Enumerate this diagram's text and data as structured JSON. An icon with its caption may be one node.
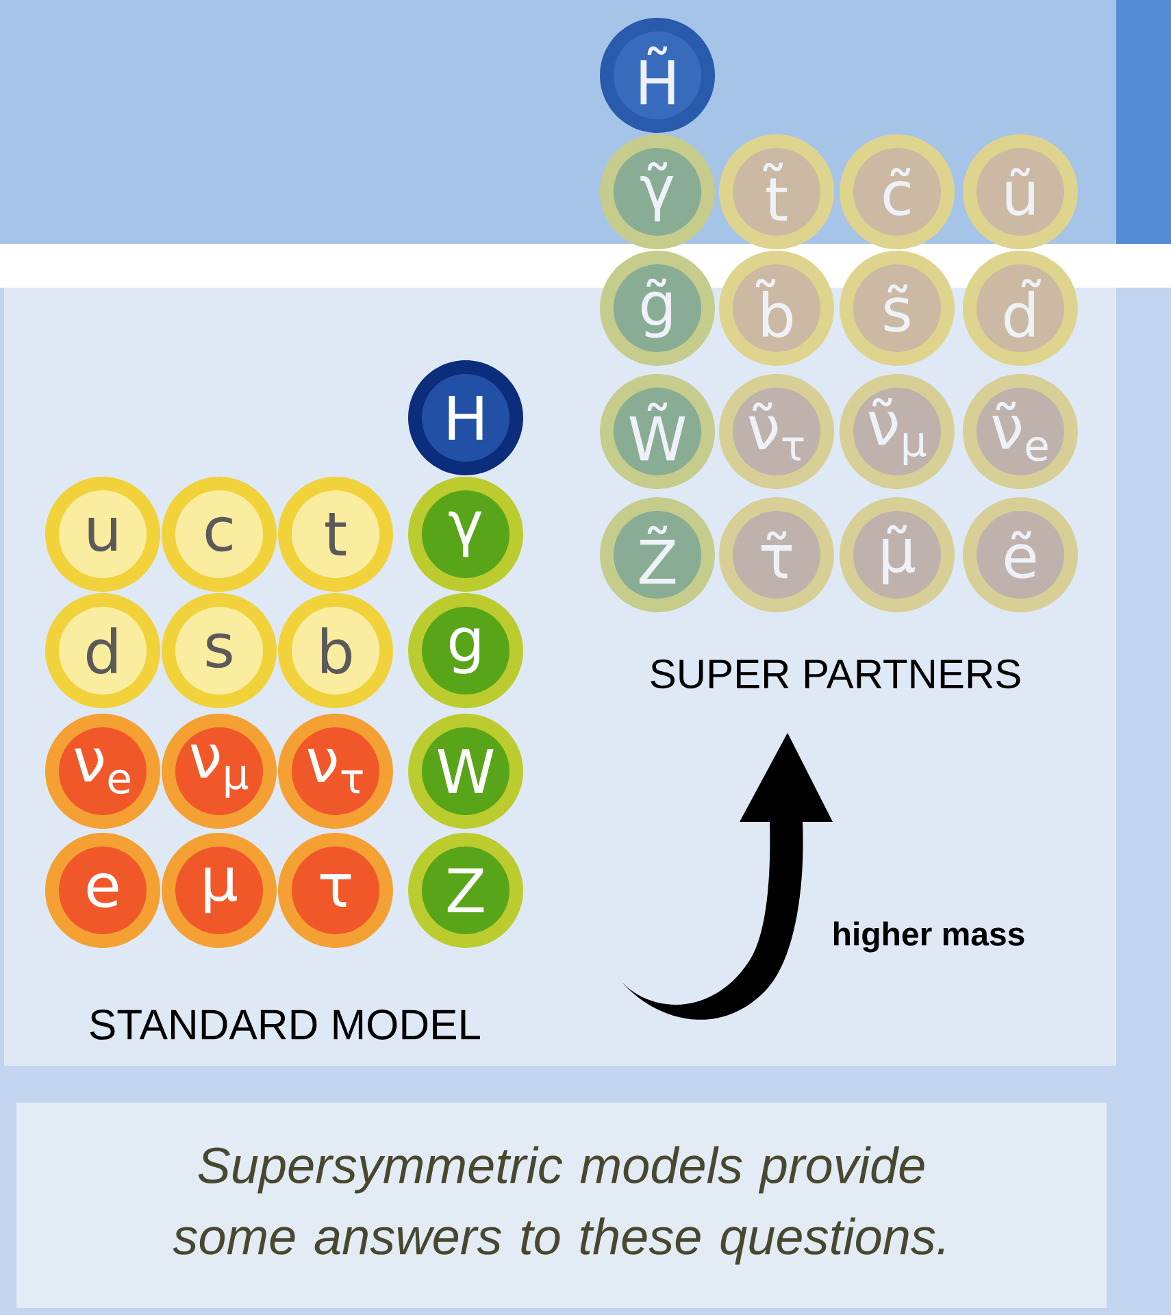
{
  "diagram": {
    "caption": "Supersymmetric models provide some answers to these questions.",
    "nodes": [
      {
        "text": [
          "H"
        ]
      },
      {
        "text": [
          "u"
        ]
      },
      {
        "text": [
          "c"
        ]
      },
      {
        "text": [
          "t"
        ]
      },
      {
        "text": [
          "γ"
        ]
      },
      {
        "text": [
          "d"
        ]
      },
      {
        "text": [
          "s"
        ]
      },
      {
        "text": [
          "b"
        ]
      },
      {
        "text": [
          "g"
        ]
      },
      {
        "text": [
          "ν$_{e}$"
        ]
      },
      {
        "text": [
          "ν$_{μ}$"
        ]
      },
      {
        "text": [
          "ν$_{τ}$"
        ]
      },
      {
        "text": [
          "W"
        ]
      },
      {
        "text": [
          "e"
        ]
      },
      {
        "text": [
          "μ"
        ]
      },
      {
        "text": [
          "τ"
        ]
      },
      {
        "text": [
          "Z"
        ]
      },
      {
        "text": [
          "H̃"
        ]
      },
      {
        "text": [
          "γ̃"
        ]
      },
      {
        "text": [
          "t̃"
        ]
      },
      {
        "text": [
          "c̃"
        ]
      },
      {
        "text": [
          "ũ"
        ]
      },
      {
        "text": [
          "g̃"
        ]
      },
      {
        "text": [
          "b̃"
        ]
      },
      {
        "text": [
          "s̃"
        ]
      },
      {
        "text": [
          "d̃"
        ]
      },
      {
        "text": [
          "W̃"
        ]
      },
      {
        "text": [
          "ν̃$_{τ}$"
        ]
      },
      {
        "text": [
          "ν̃$_{μ}$"
        ]
      },
      {
        "text": [
          "ν̃$_{e}$"
        ]
      },
      {
        "text": [
          "Z̃"
        ]
      },
      {
        "text": [
          "τ̃"
        ]
      },
      {
        "text": [
          "μ̃"
        ]
      },
      {
        "text": [
          "ẽ"
        ]
      }
    ],
    "labels": [
      "SUPER PARTNERS",
      "higher mass",
      "STANDARD MODEL"
    ]
  }
}
